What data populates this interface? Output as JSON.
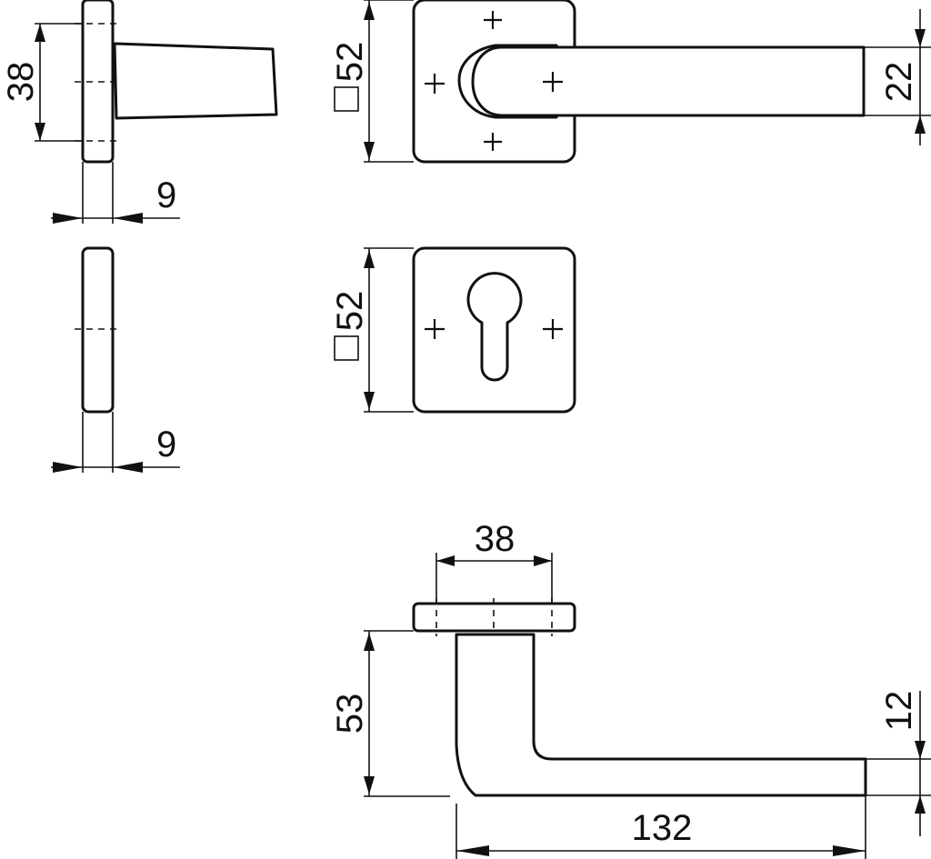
{
  "dimensions": {
    "rose_side_height": "38",
    "rose_side_thickness": "9",
    "rose_top_square": "52",
    "lever_top_width": "22",
    "escutcheon_side_thickness": "9",
    "escutcheon_square": "52",
    "bottom_rose_width": "38",
    "bottom_height": "53",
    "bottom_lever_thickness": "12",
    "bottom_lever_length": "132"
  },
  "colors": {
    "line": "#111111",
    "background": "#ffffff"
  }
}
